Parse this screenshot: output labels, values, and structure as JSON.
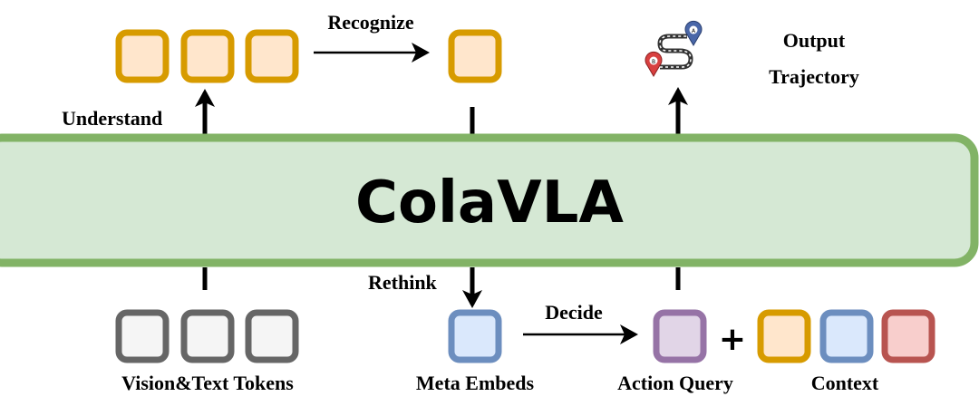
{
  "model": {
    "name": "ColaVLA"
  },
  "labels": {
    "understand": "Understand",
    "recognize": "Recognize",
    "output_line1": "Output",
    "output_line2": "Trajectory",
    "rethink": "Rethink",
    "decide": "Decide",
    "vision_text_tokens": "Vision&Text Tokens",
    "meta_embeds": "Meta Embeds",
    "action_query": "Action Query",
    "context": "Context",
    "plus": "+"
  },
  "icons": {
    "trajectory": "route-map-pin-icon",
    "pin_a": "A",
    "pin_b": "B"
  },
  "colors": {
    "model_fill": "#d5e8d4",
    "model_stroke": "#82b366",
    "orange_fill": "#ffe6cc",
    "orange_stroke": "#d79b00",
    "gray_fill": "#f5f5f5",
    "gray_stroke": "#666666",
    "blue_fill": "#dae8fc",
    "blue_stroke": "#6c8ebf",
    "purple_fill": "#e1d5e7",
    "purple_stroke": "#9673a6",
    "red_fill": "#f8cecc",
    "red_stroke": "#b85450"
  }
}
